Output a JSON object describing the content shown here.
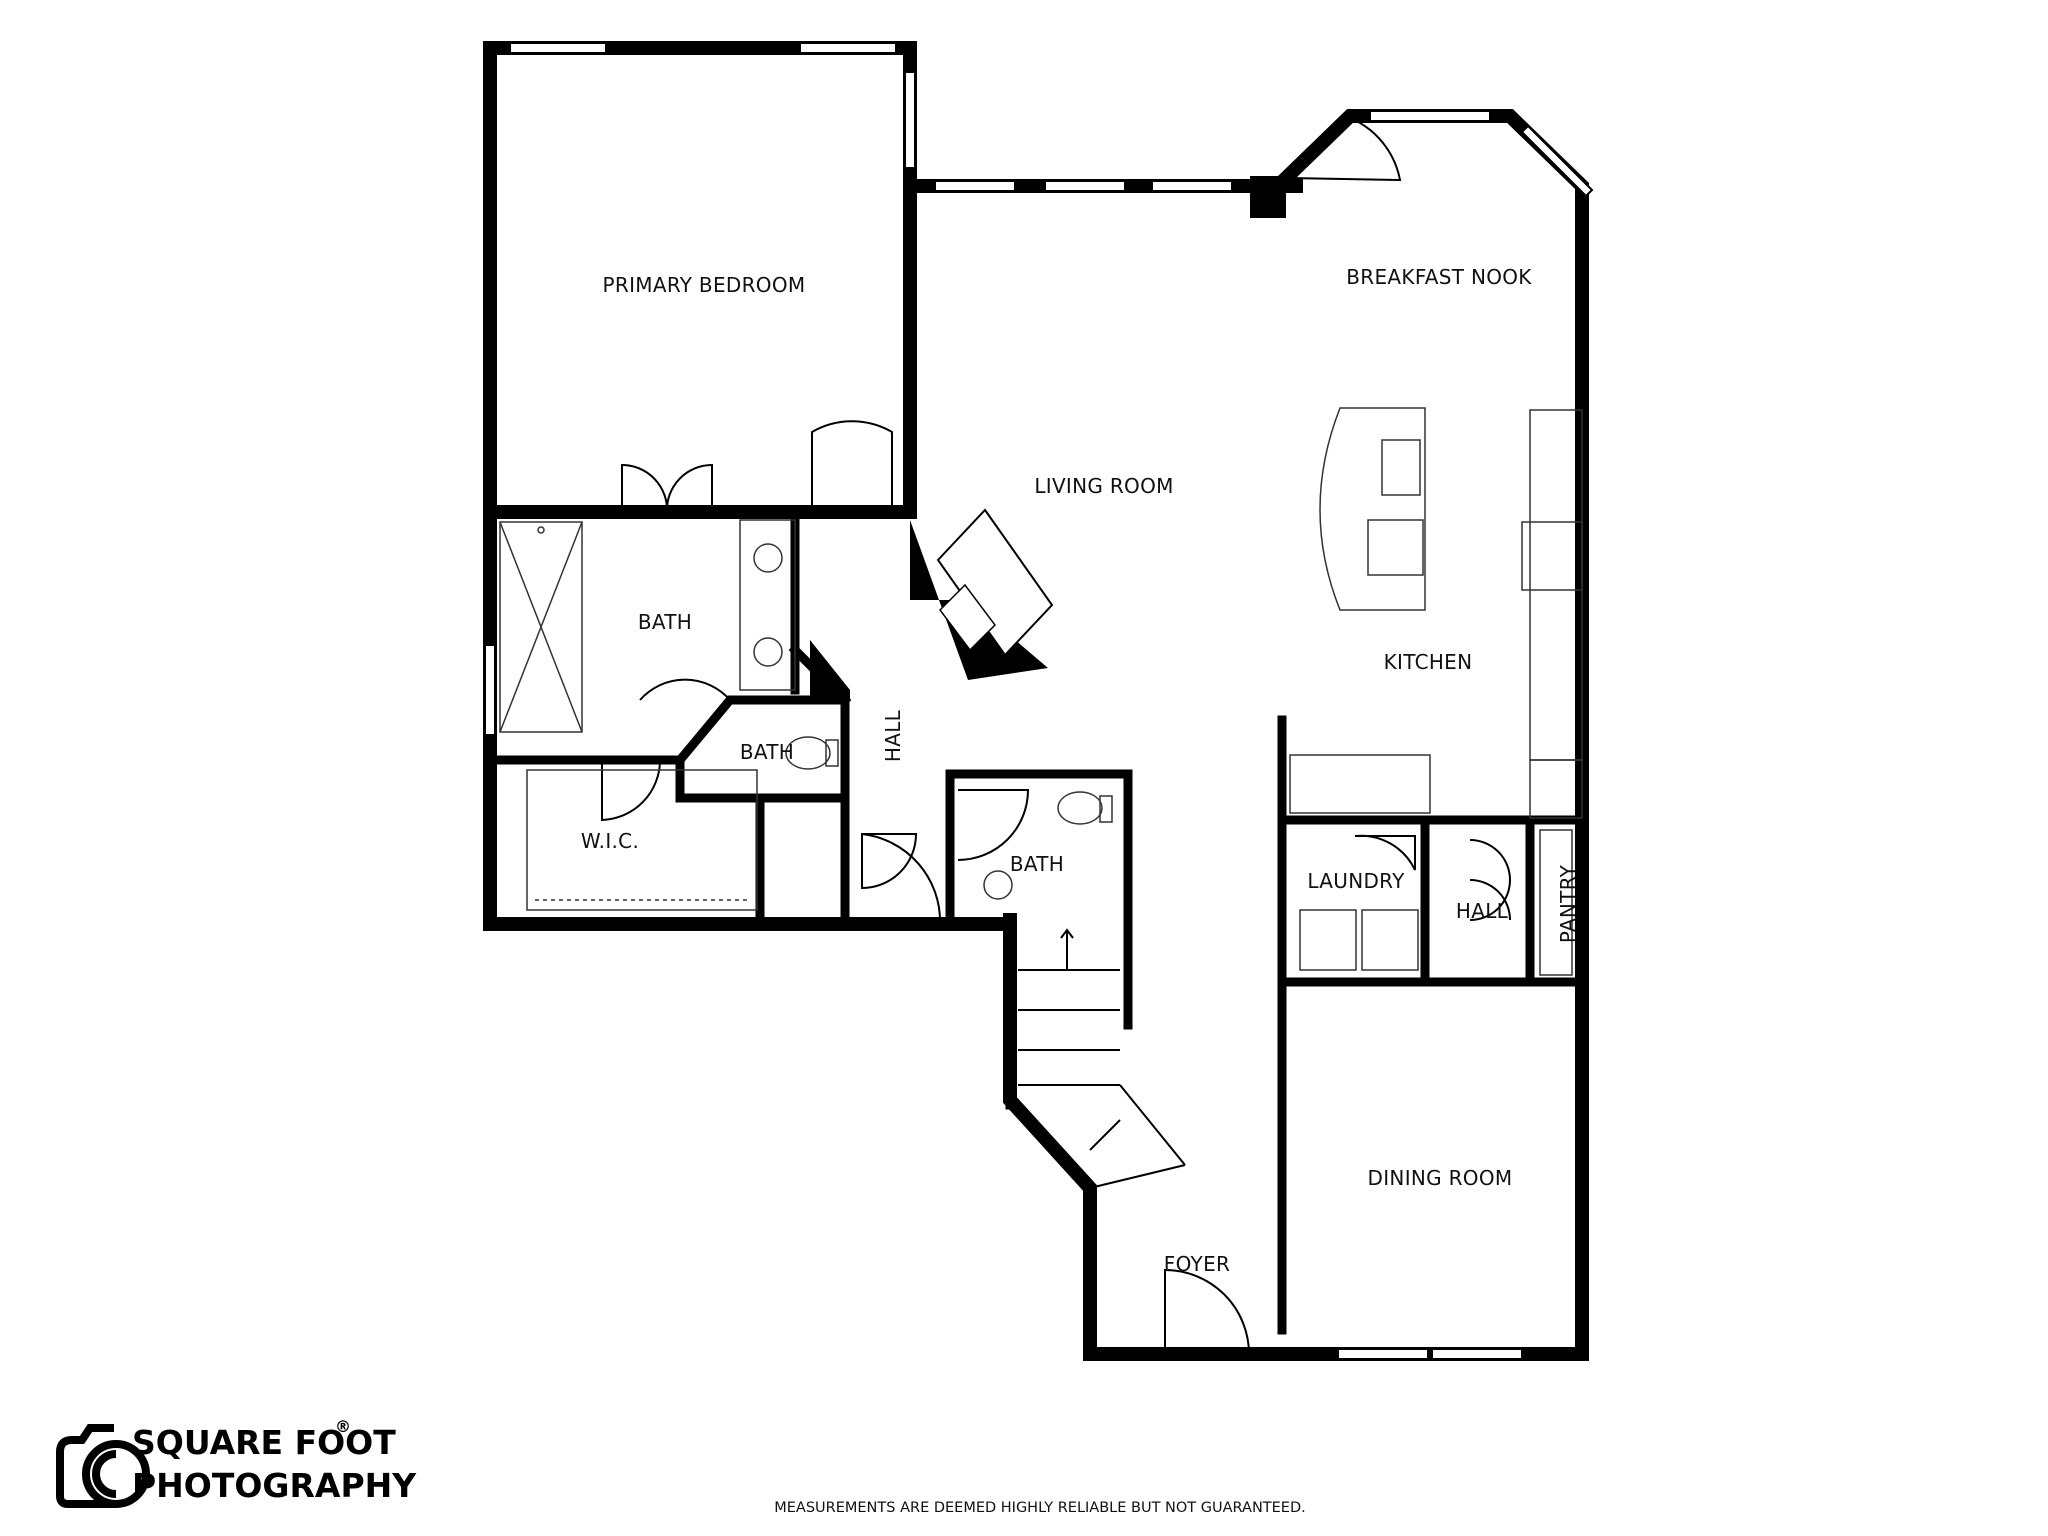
{
  "rooms": {
    "primary_bedroom": "PRIMARY BEDROOM",
    "breakfast_nook": "BREAKFAST NOOK",
    "living_room": "LIVING ROOM",
    "kitchen": "KITCHEN",
    "bath_primary": "BATH",
    "bath_toilet": "BATH",
    "bath_half": "BATH",
    "hall_main": "HALL",
    "wic": "W.I.C.",
    "laundry": "LAUNDRY",
    "hall_utility": "HALL",
    "pantry": "PANTRY",
    "dining_room": "DINING ROOM",
    "foyer": "FOYER"
  },
  "branding": {
    "logo_line1": "SQUARE FOOT",
    "logo_line2": "PHOTOGRAPHY",
    "registered_mark": "®",
    "icon": "camera-logo-icon"
  },
  "footer": {
    "disclaimer": "MEASUREMENTS ARE DEEMED HIGHLY RELIABLE BUT NOT GUARANTEED."
  },
  "colors": {
    "wall": "#000000",
    "background": "#ffffff",
    "fixture_line": "#444444"
  }
}
